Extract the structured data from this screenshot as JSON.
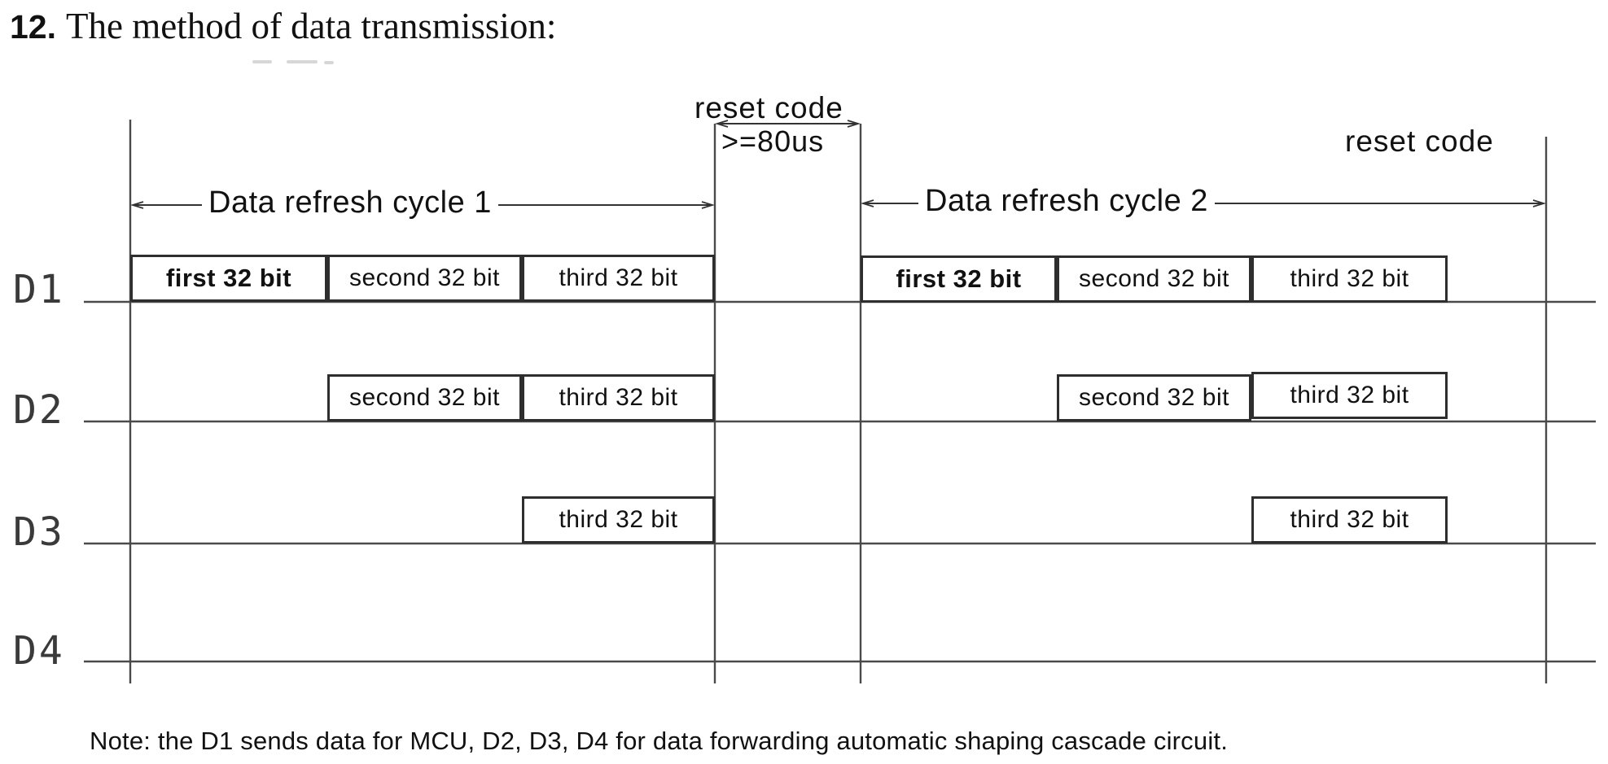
{
  "page": {
    "title_number": "12.",
    "title_text": "The method of data transmission:",
    "note": "Note: the D1 sends data for MCU, D2, D3, D4 for data forwarding automatic shaping cascade circuit."
  },
  "diagram": {
    "type": "timing-diagram",
    "cycle1_label": "Data refresh cycle 1",
    "cycle2_label": "Data refresh cycle 2",
    "reset_code_label_top": "reset code",
    "reset_duration": ">=80us",
    "reset_code_label_right": "reset code",
    "row_labels": [
      "D1",
      "D2",
      "D3",
      "D4"
    ],
    "box_labels": {
      "first": "first 32 bit",
      "second": "second 32 bit",
      "third": "third 32 bit"
    }
  }
}
